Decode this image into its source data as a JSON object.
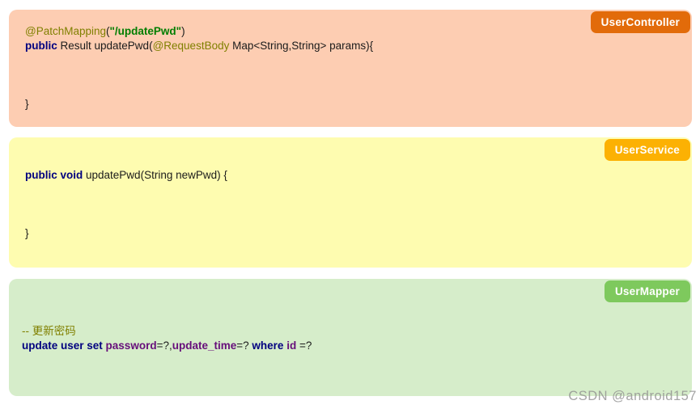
{
  "watermark": {
    "text": "CSDN @android157"
  },
  "token_colors": {
    "annotation": "#808000",
    "string": "#007e00",
    "keyword": "#00007f",
    "field": "#660e7a",
    "comment": "#808000",
    "plain": "#1b1b1b"
  },
  "panels": [
    {
      "layer": "controller",
      "badge": {
        "label": "UserController",
        "bg": "#e26b0a"
      },
      "bg": "#fdcdb2",
      "lines": [
        [
          {
            "c": "an",
            "t": "@PatchMapping"
          },
          {
            "c": "pl",
            "t": "("
          },
          {
            "c": "st",
            "t": "\"/updatePwd\""
          },
          {
            "c": "pl",
            "t": ")"
          }
        ],
        [
          {
            "c": "kw",
            "t": "public"
          },
          {
            "c": "pl",
            "t": " Result updatePwd("
          },
          {
            "c": "an",
            "t": "@RequestBody"
          },
          {
            "c": "pl",
            "t": " Map<String,String> params){"
          }
        ],
        [],
        [],
        [],
        [
          {
            "c": "pl",
            "t": "}"
          }
        ]
      ]
    },
    {
      "layer": "service",
      "badge": {
        "label": "UserService",
        "bg": "#fcb103"
      },
      "bg": "#fefcb0",
      "lines": [
        [],
        [
          {
            "c": "kw",
            "t": "public void"
          },
          {
            "c": "pl",
            "t": " updatePwd(String newPwd) {"
          }
        ],
        [],
        [],
        [],
        [
          {
            "c": "pl",
            "t": "}"
          }
        ]
      ]
    },
    {
      "layer": "mapper",
      "badge": {
        "label": "UserMapper",
        "bg": "#7ec95d"
      },
      "bg": "#d6edca",
      "lines": [
        [],
        [],
        [
          {
            "c": "cm",
            "t": "-- 更新密码"
          }
        ],
        [
          {
            "c": "kw",
            "t": "update user set"
          },
          {
            "c": "pl",
            "t": " "
          },
          {
            "c": "fd",
            "t": "password"
          },
          {
            "c": "pl",
            "t": "=?,"
          },
          {
            "c": "fd",
            "t": "update_time"
          },
          {
            "c": "pl",
            "t": "=? "
          },
          {
            "c": "kw",
            "t": "where"
          },
          {
            "c": "pl",
            "t": " "
          },
          {
            "c": "fd",
            "t": "id"
          },
          {
            "c": "pl",
            "t": " =?"
          }
        ]
      ]
    }
  ]
}
